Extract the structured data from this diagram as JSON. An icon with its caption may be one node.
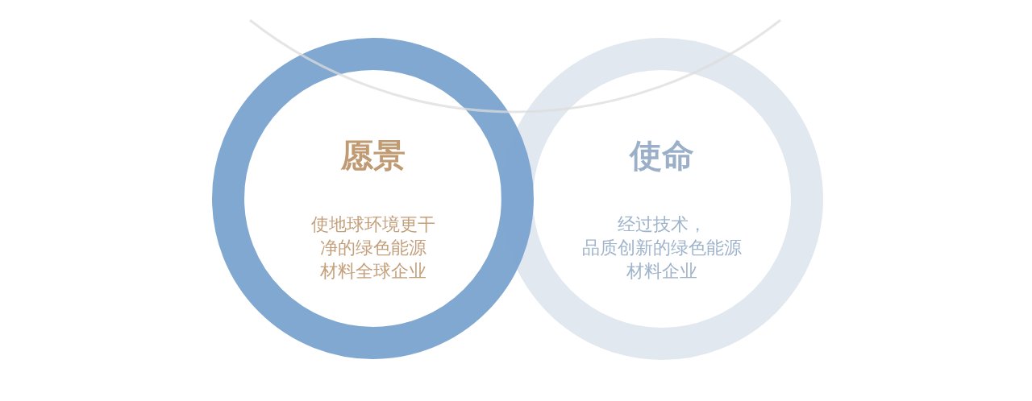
{
  "diagram": {
    "nodes": [
      {
        "text": [
          "愿景",
          "使地球环境更干净的绿色能源材料全球企业"
        ]
      },
      {
        "text": [
          "使命",
          "经过技术，品质创新的绿色能源材料企业"
        ]
      }
    ]
  }
}
